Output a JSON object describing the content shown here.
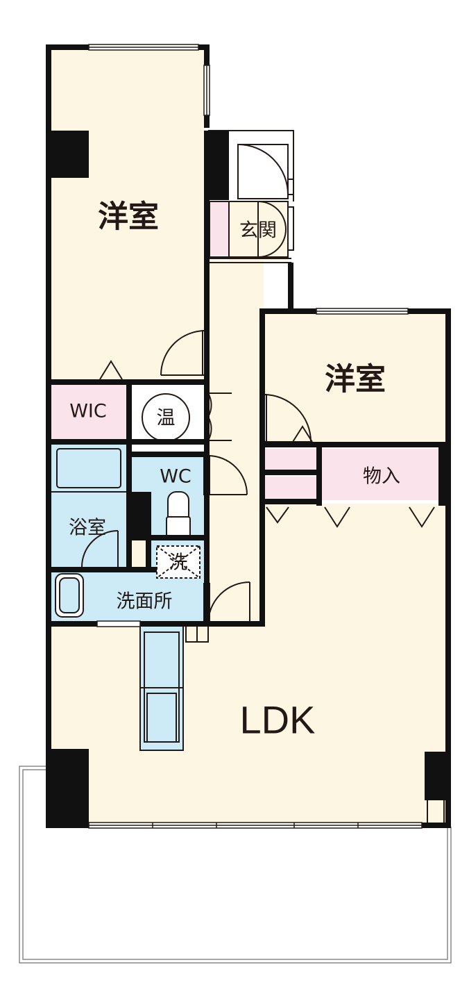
{
  "rooms": {
    "western_room_1": "洋室",
    "western_room_2": "洋室",
    "entrance": "玄関",
    "walk_in_closet": "WIC",
    "water_heater": "温",
    "toilet": "WC",
    "bathroom": "浴室",
    "washing_machine": "洗",
    "washroom": "洗面所",
    "storage": "物入",
    "ldk": "LDK"
  },
  "colors": {
    "living_floor": "#fdf6e3",
    "wet_area": "#cdeaf7",
    "storage_area": "#fbe3ec",
    "wall": "#111111",
    "line": "#231815"
  }
}
